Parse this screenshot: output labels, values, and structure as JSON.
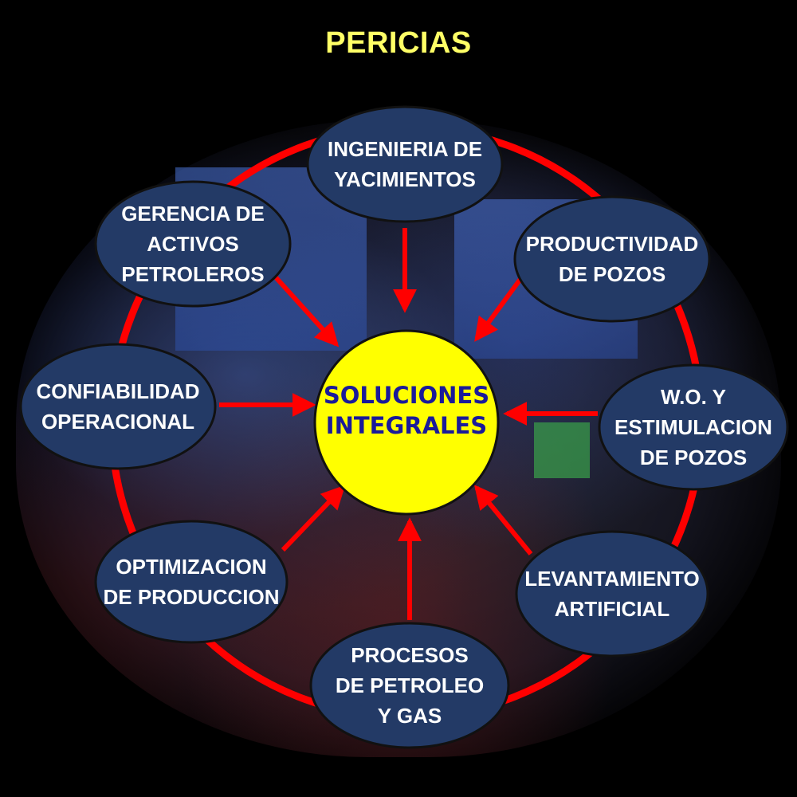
{
  "title": "PERICIAS",
  "center": {
    "lines": [
      "SOLUCIONES",
      "INTEGRALES"
    ]
  },
  "nodes": [
    {
      "id": "ingenieria-de-yacimientos",
      "lines": [
        "INGENIERIA DE",
        "YACIMIENTOS"
      ]
    },
    {
      "id": "productividad-de-pozos",
      "lines": [
        "PRODUCTIVIDAD",
        "DE POZOS"
      ]
    },
    {
      "id": "wo-estimulacion-de-pozos",
      "lines": [
        "W.O. Y",
        "ESTIMULACION",
        "DE POZOS"
      ]
    },
    {
      "id": "levantamiento-artificial",
      "lines": [
        "LEVANTAMIENTO",
        "ARTIFICIAL"
      ]
    },
    {
      "id": "procesos-de-petroleo-y-gas",
      "lines": [
        "PROCESOS",
        "DE PETROLEO",
        "Y GAS"
      ]
    },
    {
      "id": "optimizacion-de-produccion",
      "lines": [
        "OPTIMIZACION",
        "DE PRODUCCION"
      ]
    },
    {
      "id": "confiabilidad-operacional",
      "lines": [
        "CONFIABILIDAD",
        "OPERACIONAL"
      ]
    },
    {
      "id": "gerencia-de-activos-petroleros",
      "lines": [
        "GERENCIA DE",
        "ACTIVOS",
        "PETROLEROS"
      ]
    }
  ],
  "colors": {
    "title": "#ffff66",
    "node_fill": "#233a66",
    "node_stroke": "#111111",
    "center_fill": "#ffff00",
    "center_text": "#1a1a9a",
    "ring_and_arrows": "#ff0000"
  }
}
